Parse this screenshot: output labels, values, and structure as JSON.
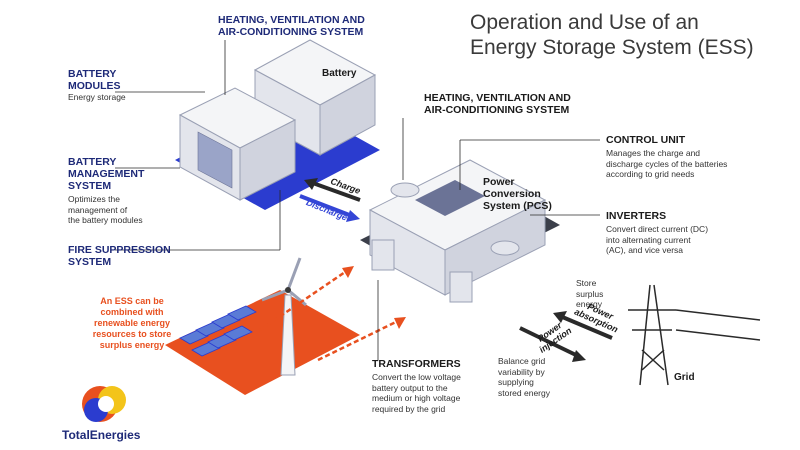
{
  "title_line1": "Operation and Use of an",
  "title_line2": "Energy Storage System (ESS)",
  "left": {
    "hvac": {
      "line1": "HEATING, VENTILATION AND",
      "line2": "AIR-CONDITIONING SYSTEM"
    },
    "battery": "Battery",
    "battery_modules": {
      "line1": "BATTERY",
      "line2": "MODULES",
      "desc": "Energy storage"
    },
    "bms": {
      "line1": "BATTERY",
      "line2": "MANAGEMENT",
      "line3": "SYSTEM",
      "desc1": "Optimizes the",
      "desc2": "management of",
      "desc3": "the battery modules"
    },
    "fire": {
      "line1": "FIRE SUPPRESSION",
      "line2": "SYSTEM"
    }
  },
  "right": {
    "hvac": {
      "line1": "HEATING, VENTILATION AND",
      "line2": "AIR-CONDITIONING SYSTEM"
    },
    "control": {
      "name": "CONTROL UNIT",
      "desc1": "Manages the charge and",
      "desc2": "discharge cycles of the batteries",
      "desc3": "according to grid needs"
    },
    "pcs": {
      "line1": "Power",
      "line2": "Conversion",
      "line3": "System (PCS)"
    },
    "inverters": {
      "name": "INVERTERS",
      "desc1": "Convert direct current (DC)",
      "desc2": "into alternating current",
      "desc3": "(AC), and vice versa"
    },
    "transformers": {
      "name": "TRANSFORMERS",
      "desc1": "Convert the low voltage",
      "desc2": "battery output to the",
      "desc3": "medium or high voltage",
      "desc4": "required by the grid"
    }
  },
  "flows": {
    "charge": "Charge",
    "discharge": "Discharge",
    "store1": "Store",
    "store2": "surplus",
    "store3": "energy",
    "absorption1": "Power",
    "absorption2": "absorption",
    "injection1": "Power",
    "injection2": "injection",
    "balance1": "Balance grid",
    "balance2": "variability by",
    "balance3": "supplying",
    "balance4": "stored energy",
    "grid": "Grid"
  },
  "renewable": {
    "line1": "An ESS can be",
    "line2": "combined with",
    "line3": "renewable energy",
    "line4": "resources to store",
    "line5": "surplus energy"
  },
  "brand": "TotalEnergies",
  "colors": {
    "navy": "#1e2a78",
    "blue": "#2b3ccf",
    "orange": "#e8501f",
    "title": "#3a3a3a"
  }
}
